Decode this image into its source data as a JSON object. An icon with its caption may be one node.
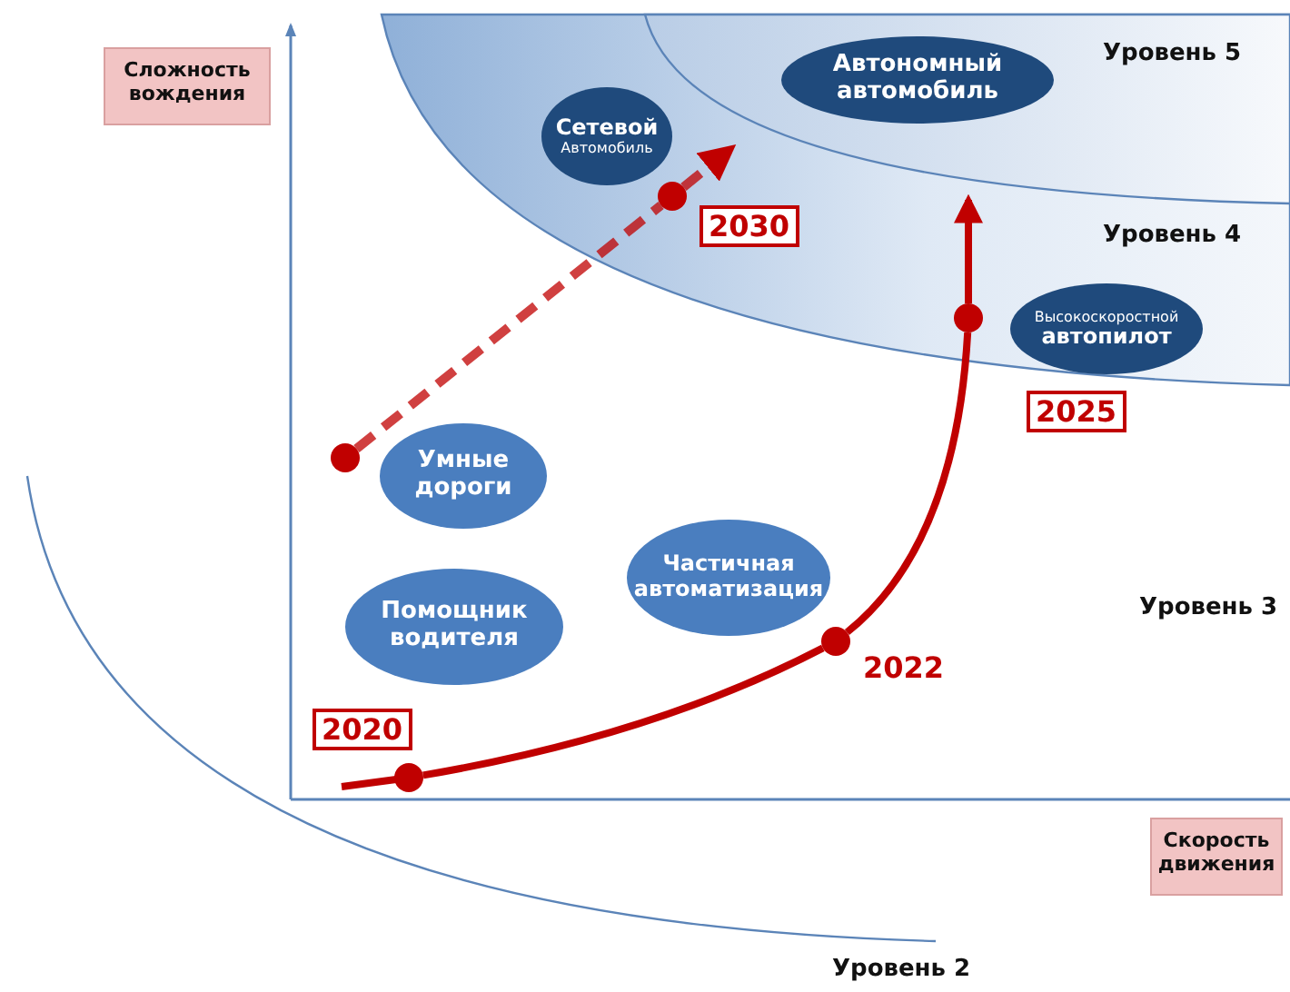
{
  "diagram": {
    "nodes": [
      {
        "text": [
          "Автономный автомобиль"
        ]
      },
      {
        "text": [
          "Сетевой",
          "Автомобиль"
        ]
      },
      {
        "text": [],
        "shape": "circle"
      },
      {
        "text": [
          "Высокоскоростной",
          "автопилот"
        ]
      },
      {
        "text": [],
        "shape": "circle"
      },
      {
        "text": [],
        "shape": "circle"
      },
      {
        "text": [
          "Умные дороги"
        ]
      },
      {
        "text": [
          "Частичная автоматизация"
        ]
      },
      {
        "text": [
          "Помощник водителя"
        ]
      },
      {
        "text": [],
        "shape": "circle"
      },
      {
        "text": [],
        "shape": "circle"
      }
    ],
    "edges": [
      {
        "from": 10,
        "to": 9,
        "arrow": "none"
      },
      {
        "from": 9,
        "to": 4,
        "arrow": "none"
      },
      {
        "from": 4,
        "to": null,
        "arrow": "to"
      },
      {
        "from": 5,
        "to": 2,
        "arrow": "none",
        "style": "dashed"
      },
      {
        "from": 2,
        "to": null,
        "arrow": "to",
        "style": "dashed"
      }
    ],
    "labels": [
      "Уровень 5",
      "Сложность вождения",
      "2030",
      "Уровень 4",
      "2025",
      "Уровень 3",
      "2022",
      "2020",
      "Скорость движения",
      "Уровень 2"
    ]
  }
}
